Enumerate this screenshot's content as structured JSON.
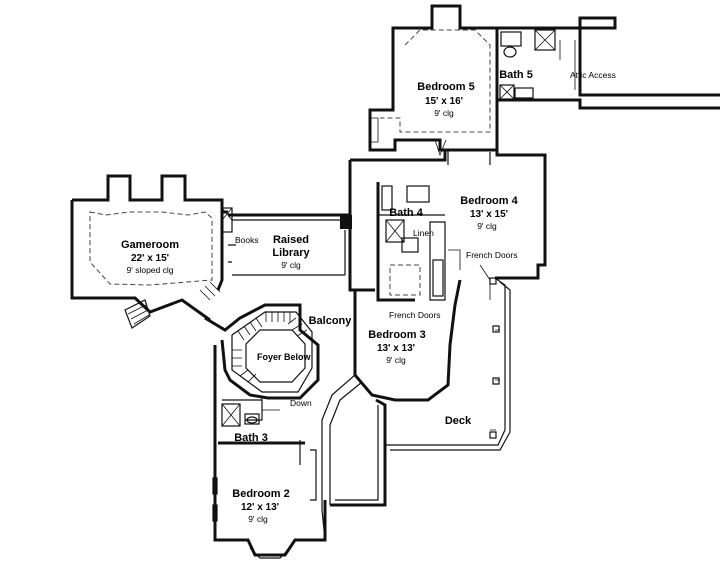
{
  "rooms": {
    "bedroom5": {
      "name": "Bedroom 5",
      "dim": "15' x 16'",
      "clg": "9'  clg"
    },
    "bath5": {
      "name": "Bath 5"
    },
    "bedroom4": {
      "name": "Bedroom 4",
      "dim": "13' x 15'",
      "clg": "9'  clg"
    },
    "bath4": {
      "name": "Bath 4"
    },
    "gameroom": {
      "name": "Gameroom",
      "dim": "22' x 15'",
      "clg": "9'  sloped clg"
    },
    "library": {
      "name_line1": "Raised",
      "name_line2": "Library",
      "clg": "9'  clg"
    },
    "bedroom3": {
      "name": "Bedroom 3",
      "dim": "13' x 13'",
      "clg": "9'  clg"
    },
    "bath3": {
      "name": "Bath 3"
    },
    "bedroom2": {
      "name": "Bedroom 2",
      "dim": "12' x 13'",
      "clg": "9'  clg"
    }
  },
  "labels": {
    "attic_access": "Attic Access",
    "linen": "Linen",
    "books": "Books",
    "french_doors_bed4": "French Doors",
    "french_doors_bed3": "French Doors",
    "balcony": "Balcony",
    "foyer_below": "Foyer Below",
    "down": "Down",
    "deck": "Deck"
  }
}
